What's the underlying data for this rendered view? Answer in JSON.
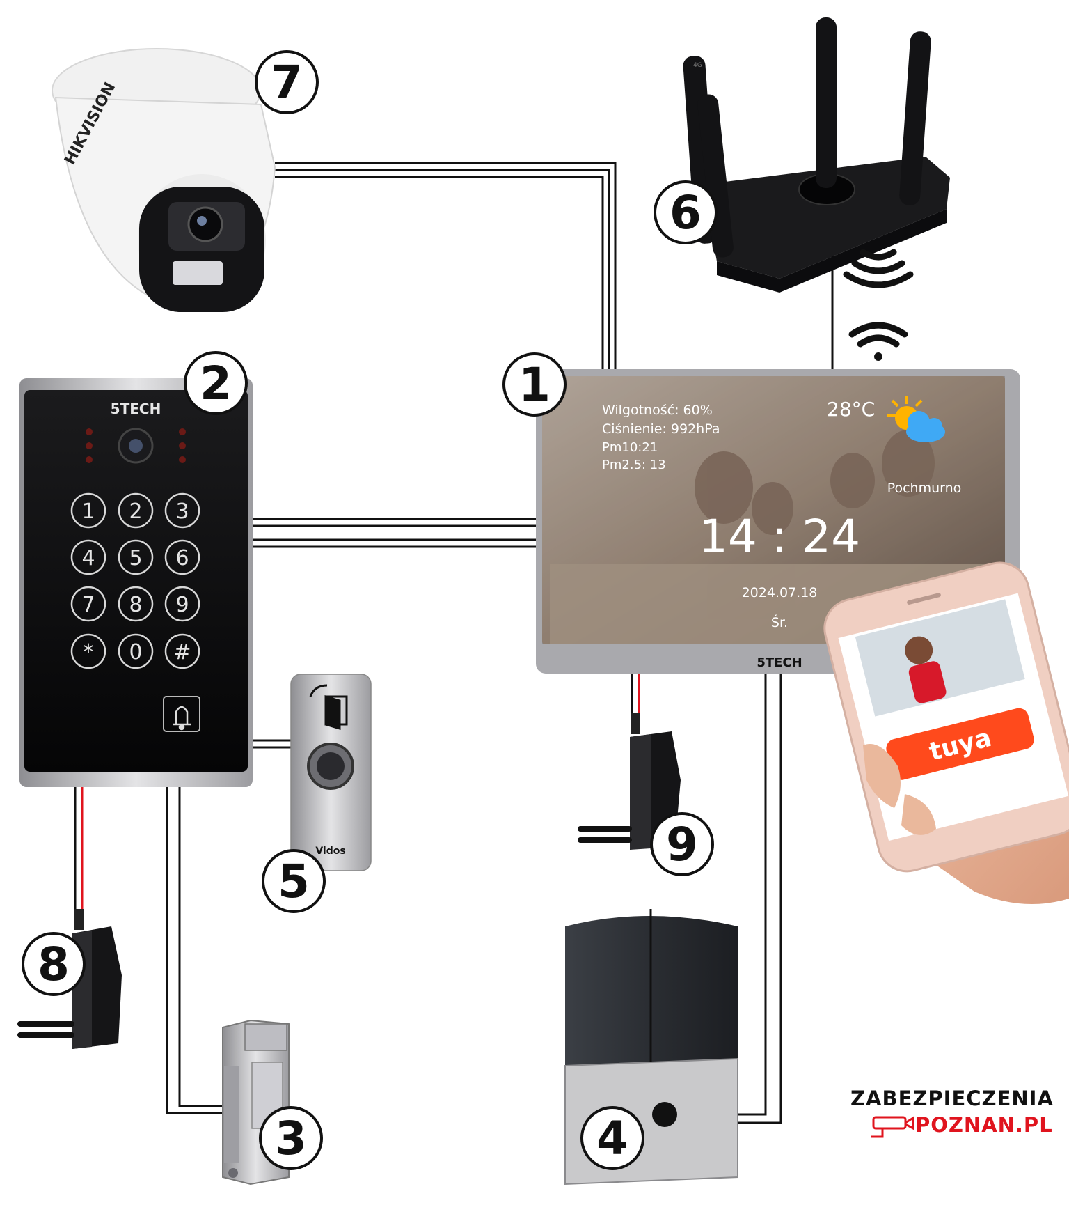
{
  "badges": [
    "1",
    "2",
    "3",
    "4",
    "5",
    "6",
    "7",
    "8",
    "9"
  ],
  "monitor": {
    "brand": "5TECH",
    "humidity": "Wilgotność: 60%",
    "pressure": "Ciśnienie: 992hPa",
    "pm10": "Pm10:21",
    "pm25": "Pm2.5: 13",
    "temperature": "28°C",
    "weather": "Pochmurno",
    "time": "14 : 24",
    "date": "2024.07.18",
    "weekday": "Śr."
  },
  "doorstation": {
    "brand": "5TECH",
    "keys": [
      "1",
      "2",
      "3",
      "4",
      "5",
      "6",
      "7",
      "8",
      "9",
      "*",
      "0",
      "#"
    ]
  },
  "exit_button": {
    "brand": "Vidos"
  },
  "camera": {
    "brand": "HIKVISION"
  },
  "router": {
    "antenna_label": "4G"
  },
  "phone": {
    "app": "tuya"
  },
  "logo": {
    "line1": "ZABEZPIECZENIA",
    "line2": "POZNAN.PL"
  },
  "colors": {
    "wire": "#111111",
    "wire_red": "#e0141e",
    "tuya": "#ff4a1c",
    "monitor_frame": "#a9a9ad"
  }
}
